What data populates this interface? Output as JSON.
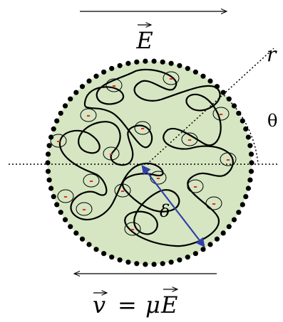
{
  "labels": {
    "field_E": "E",
    "radius_r": "r",
    "angle_theta": "θ",
    "delta": "δ",
    "velocity_v": "v",
    "equals": "=",
    "mu": "μ",
    "velocity_E": "E"
  },
  "charges": {
    "symbol": "-",
    "count": 18
  },
  "colors": {
    "sphere_fill": "#d6e6c2",
    "dots": "#000000",
    "charge_sign": "#e03020",
    "delta_arrow": "#3040a8",
    "lines": "#000000"
  }
}
